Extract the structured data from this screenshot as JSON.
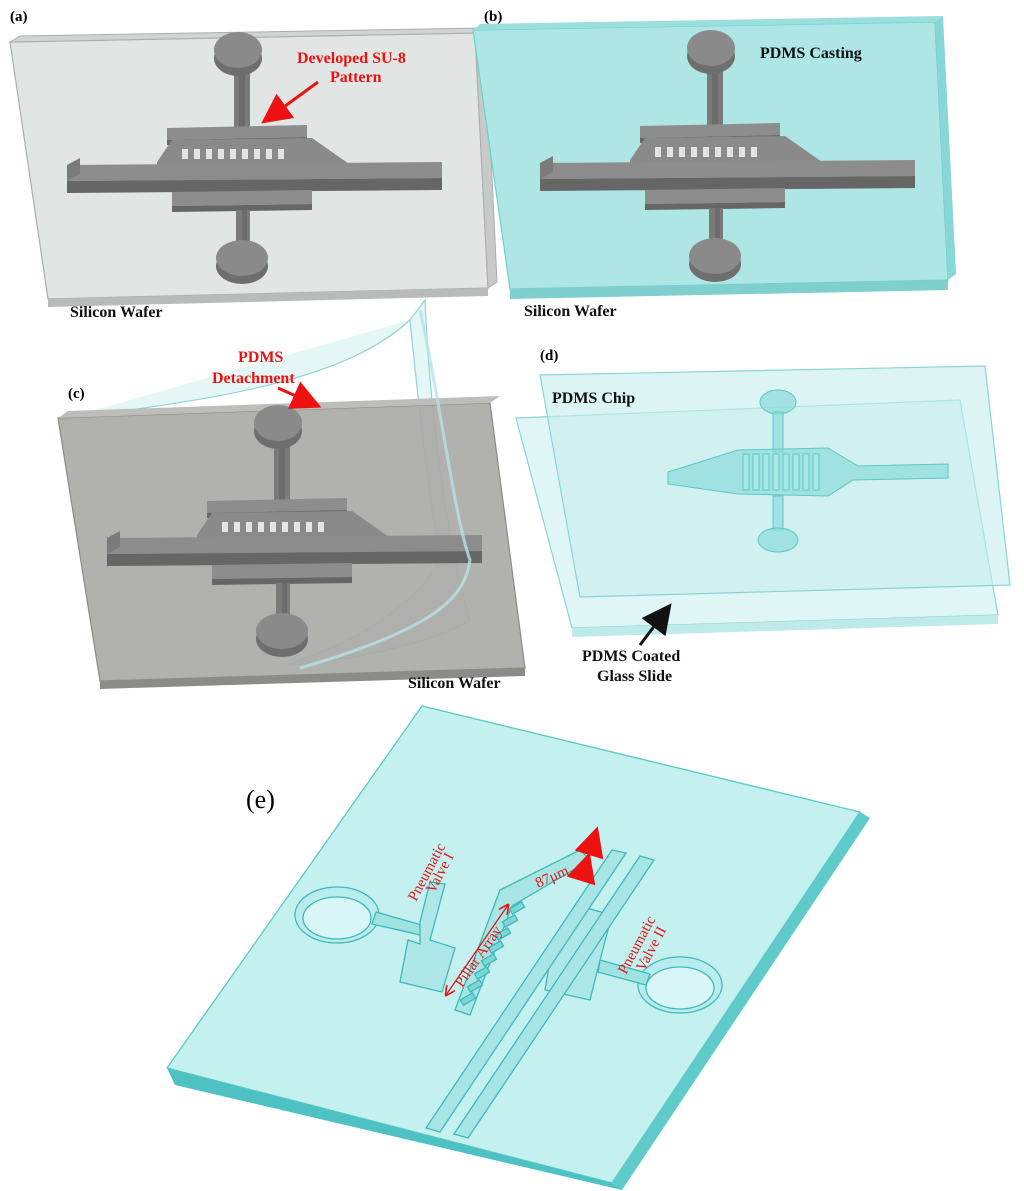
{
  "panels": {
    "a": {
      "label": "(a)",
      "annotation_line1": "Developed SU-8",
      "annotation_line2": "Pattern",
      "substrate": "Silicon Wafer"
    },
    "b": {
      "label": "(b)",
      "title": "PDMS Casting",
      "substrate": "Silicon Wafer"
    },
    "c": {
      "label": "(c)",
      "annotation_line1": "PDMS",
      "annotation_line2": "Detachment",
      "substrate": "Silicon Wafer"
    },
    "d": {
      "label": "(d)",
      "title": "PDMS Chip",
      "bottom_line1": "PDMS  Coated",
      "bottom_line2": "Glass Slide"
    },
    "e": {
      "label": "(e)",
      "valve1_line1": "Pneumatic",
      "valve1_line2": "Valve I",
      "valve2_line1": "Pneumatic",
      "valve2_line2": "Valve II",
      "pillar_label": "Pillar Array",
      "dimension": "87μm"
    }
  },
  "colors": {
    "wafer_top": "#e1e5e3",
    "wafer_edge": "#b8bdbb",
    "su8_pattern": "#7e7e7e",
    "pdms_teal": "#aee6e6",
    "annotation_red": "#ee1111"
  }
}
